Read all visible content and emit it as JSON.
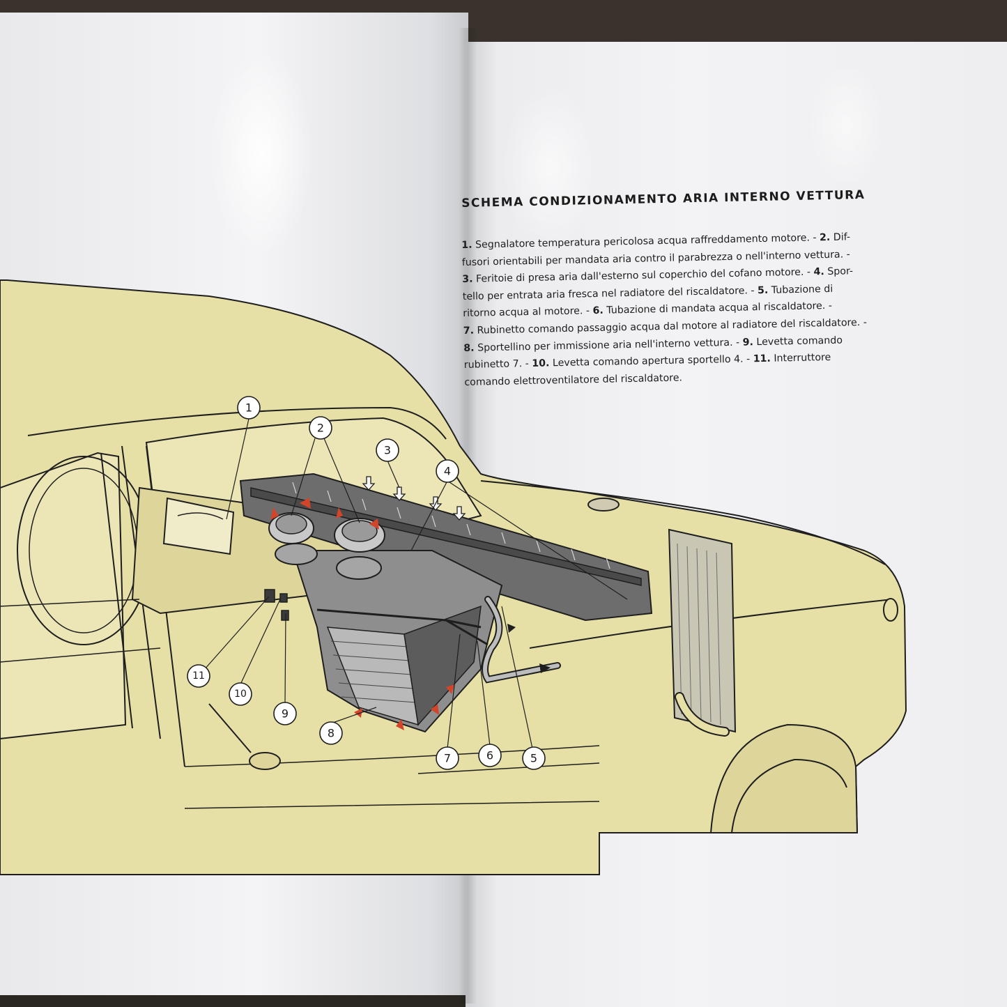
{
  "document": {
    "heading": "SCHEMA CONDIZIONAMENTO ARIA INTERNO VETTURA",
    "legend_lines": [
      [
        {
          "n": "1.",
          "t": " Segnalatore temperatura pericolosa acqua raffreddamento motore. - "
        },
        {
          "n": "2.",
          "t": " Dif-"
        }
      ],
      [
        {
          "n": "",
          "t": "fusori orientabili per mandata aria contro il parabrezza o nell'interno vettura. -"
        }
      ],
      [
        {
          "n": "3.",
          "t": " Feritoie di presa aria dall'esterno sul coperchio del cofano motore. - "
        },
        {
          "n": "4.",
          "t": " Spor-"
        }
      ],
      [
        {
          "n": "",
          "t": "tello per entrata aria fresca nel radiatore del riscaldatore. - "
        },
        {
          "n": "5.",
          "t": " Tubazione di"
        }
      ],
      [
        {
          "n": "",
          "t": "ritorno acqua al motore. - "
        },
        {
          "n": "6.",
          "t": " Tubazione di mandata acqua al riscaldatore. -"
        }
      ],
      [
        {
          "n": "7.",
          "t": " Rubinetto comando passaggio acqua dal motore al radiatore del riscaldatore. -"
        }
      ],
      [
        {
          "n": "8.",
          "t": " Sportellino per immissione aria nell'interno vettura. - "
        },
        {
          "n": "9.",
          "t": " Levetta comando"
        }
      ],
      [
        {
          "n": "",
          "t": "rubinetto 7. - "
        },
        {
          "n": "10.",
          "t": " Levetta comando apertura sportello 4. - "
        },
        {
          "n": "11.",
          "t": " Interruttore"
        }
      ],
      [
        {
          "n": "",
          "t": "comando elettroventilatore del riscaldatore."
        }
      ]
    ],
    "callouts": [
      "1",
      "2",
      "3",
      "4",
      "5",
      "6",
      "7",
      "8",
      "9",
      "10",
      "11"
    ]
  },
  "colors": {
    "car_body": "#e6dfa6",
    "line_art": "#1e1e1e",
    "arrow_red": "#d2452b",
    "paper": "#f2f2f4"
  }
}
